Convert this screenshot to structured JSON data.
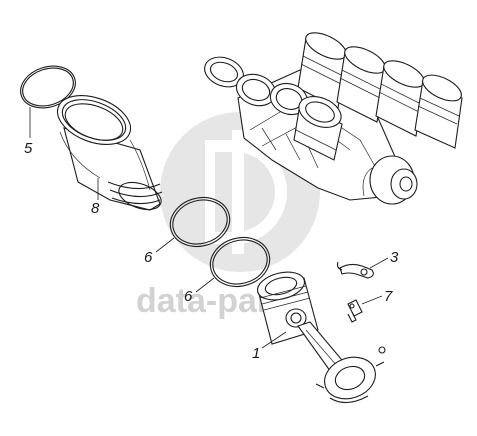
{
  "watermark": {
    "text": "data-parts",
    "color": "#d2d2d2"
  },
  "callouts": [
    {
      "id": "piston-rod-assembly",
      "label": "1"
    },
    {
      "id": "oil-nozzle",
      "label": "3"
    },
    {
      "id": "liner-o-ring",
      "label": "5"
    },
    {
      "id": "liner-seal-ring-upper",
      "label": "6"
    },
    {
      "id": "liner-seal-ring-lower",
      "label": "6"
    },
    {
      "id": "nozzle-bolt",
      "label": "7"
    },
    {
      "id": "cylinder-liner",
      "label": "8"
    }
  ]
}
